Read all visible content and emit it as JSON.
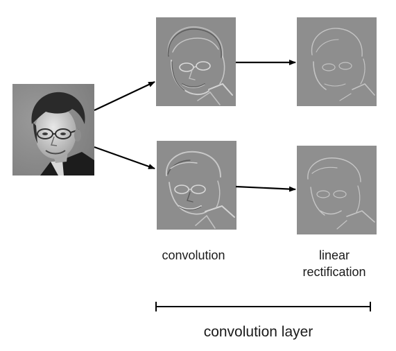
{
  "labels": {
    "convolution": "convolution",
    "rectification_line1": "linear",
    "rectification_line2": "rectification",
    "layer": "convolution layer"
  },
  "colors": {
    "photo_background": "#8a8a8a",
    "feature_background": "#8c8c8c",
    "arrow": "#000000"
  }
}
